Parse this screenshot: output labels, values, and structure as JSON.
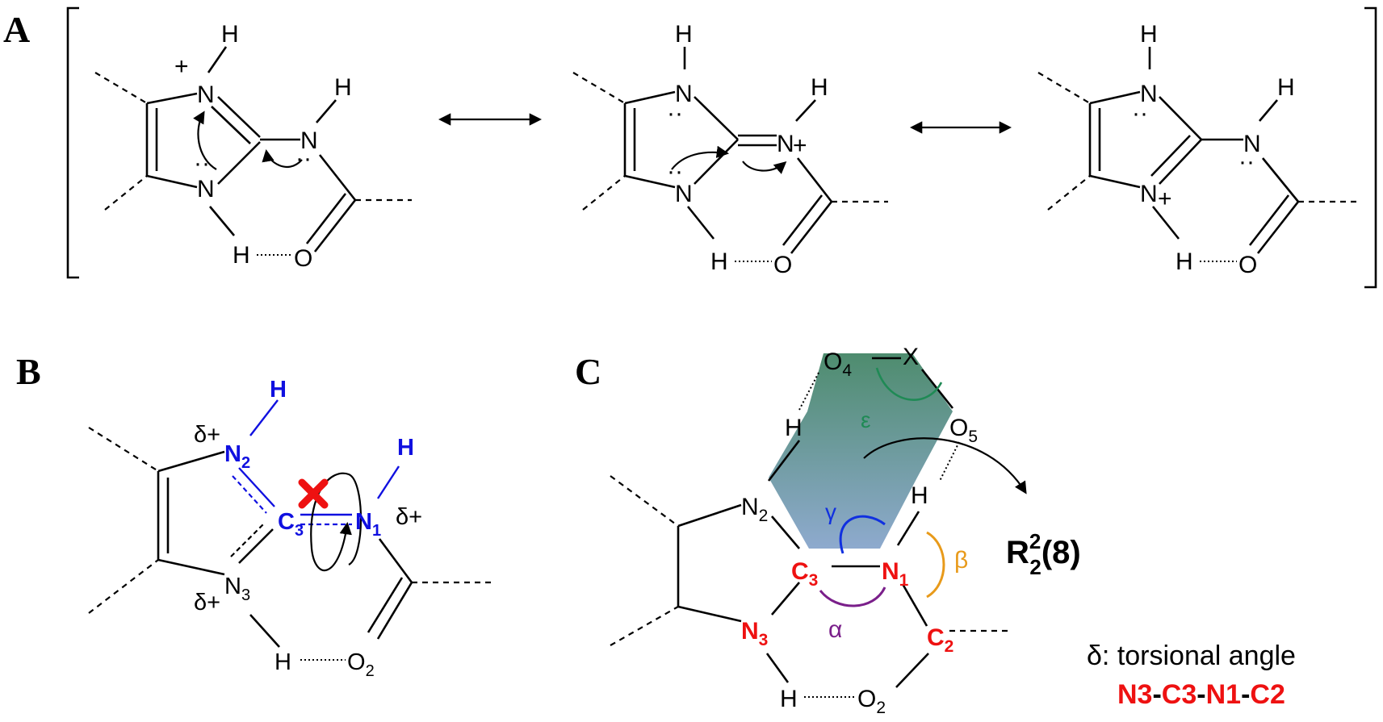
{
  "panels": {
    "a": {
      "letter": "A"
    },
    "b": {
      "letter": "B"
    },
    "c": {
      "letter": "C"
    }
  },
  "atoms": {
    "H": "H",
    "N": "N",
    "O": "O",
    "X": "X",
    "C": "C"
  },
  "charges": {
    "plus": "+",
    "delta_plus": "δ+",
    "lone_pair": "··"
  },
  "panel_b": {
    "n2": {
      "label": "N",
      "sub": "2"
    },
    "c3": {
      "label": "C",
      "sub": "3"
    },
    "n1": {
      "label": "N",
      "sub": "1"
    },
    "n3": {
      "label": "N",
      "sub": "3"
    },
    "o2": {
      "label": "O",
      "sub": "2"
    }
  },
  "panel_c": {
    "o4": {
      "label": "O",
      "sub": "4"
    },
    "o5": {
      "label": "O",
      "sub": "5"
    },
    "n2": {
      "label": "N",
      "sub": "2"
    },
    "c3": {
      "label": "C",
      "sub": "3"
    },
    "n1": {
      "label": "N",
      "sub": "1"
    },
    "n3": {
      "label": "N",
      "sub": "3"
    },
    "c2": {
      "label": "C",
      "sub": "2"
    },
    "o2": {
      "label": "O",
      "sub": "2"
    },
    "angles": {
      "alpha": "α",
      "beta": "β",
      "gamma": "γ",
      "epsilon": "ε"
    },
    "motif": {
      "base": "R",
      "sup": "2",
      "sub": "2",
      "ring": "(8)"
    },
    "torsion": {
      "label": "δ: torsional angle",
      "atoms": [
        "N3",
        "C3",
        "N1",
        "C2"
      ],
      "sep": "-"
    }
  },
  "colors": {
    "blue": "#1010e0",
    "red": "#ee1111",
    "green": "#1f8a55",
    "purple": "#7a1f8a",
    "orange": "#e89a1a",
    "arc_blue": "#1030e0",
    "shade_top": "#4e8c6e",
    "shade_bottom": "#8aa6c8"
  }
}
